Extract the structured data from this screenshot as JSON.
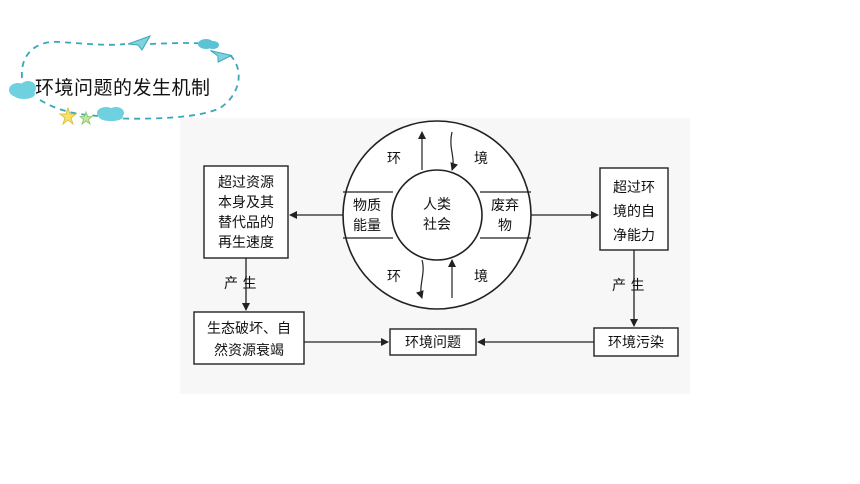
{
  "slide": {
    "title": "环境问题的发生机制"
  },
  "diagram": {
    "left_box": [
      "超过资源",
      "本身及其",
      "替代品的",
      "再生速度"
    ],
    "right_box": [
      "超过环",
      "境的自",
      "净能力"
    ],
    "center": [
      "人类",
      "社会"
    ],
    "ring_top_left": "环",
    "ring_top_right": "境",
    "ring_bottom_left": "环",
    "ring_bottom_right": "境",
    "input_label": [
      "物质",
      "能量"
    ],
    "output_label": [
      "废弃",
      "物"
    ],
    "left_produce": "产 生",
    "right_produce": "产 生",
    "bottom_left_box": [
      "生态破坏、自",
      "然资源衰竭"
    ],
    "bottom_center_box": "环境问题",
    "bottom_right_box": "环境污染"
  }
}
